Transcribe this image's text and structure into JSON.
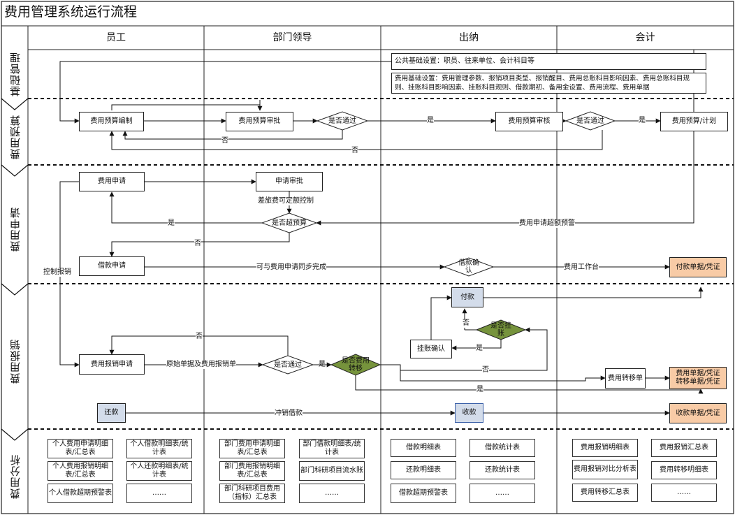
{
  "title": "费用管理系统运行流程",
  "lanes": [
    "员工",
    "部门领导",
    "出纳",
    "会计"
  ],
  "stages": [
    "基础管理",
    "费用预算",
    "费用申请",
    "费用报销",
    "费用分析"
  ],
  "basic": {
    "public_settings": "公共基础设置：职员、往来单位、会计科目等",
    "expense_settings": "费用基础设置：费用管理参数、报销项目类型、报销醒目、费用总账科目影响因素、费用总账科目规则、挂账科目影响因素、挂账科目规则、借款期初、备用金设置、费用流程、费用单据"
  },
  "budget": {
    "compile": "费用预算编制",
    "approve": "费用预算审批",
    "pass1": "是否通过",
    "review": "费用预算审核",
    "pass2": "是否通过",
    "plan": "费用预算/计划",
    "yes1": "是",
    "yes2": "是",
    "no1": "否",
    "no2": "否"
  },
  "apply": {
    "request": "费用申请",
    "approval": "申请审批",
    "travel_note": "差旅费可定额控制",
    "over_budget": "是否超预算",
    "yes": "是",
    "no": "否",
    "warning": "费用申请超额预警",
    "loan_request": "借款申请",
    "sync": "可与费用申请同步完成",
    "loan_confirm": "借款确认",
    "workbench": "费用工作台",
    "payment_voucher": "付款单据/凭证",
    "control": "控制报销"
  },
  "reimb": {
    "claim": "费用报销申请",
    "docs_note": "原始单据及费用报销单",
    "pass": "是否通过",
    "yes": "是",
    "is_transfer": "是否费用转移",
    "pay": "付款",
    "is_hang": "是否挂账",
    "hang_confirm": "挂账确认",
    "transfer_doc": "费用转移单",
    "transfer_voucher": "费用单据/凭证转移单据/凭证",
    "repay": "还款",
    "offset": "冲销借款",
    "receive": "收款",
    "receipt_voucher": "收款单据/凭证",
    "no_top": "否",
    "no_pay": "否",
    "yes_hang": "是",
    "no_transfer": "否",
    "yes_transfer": "是"
  },
  "analysis": {
    "employee": [
      "个人费用申请明细表/汇总表",
      "个人借款明细表/统计表",
      "个人费用报销明细表/汇总表",
      "个人还款明细表/统计表",
      "个人借款超期预警表",
      "……"
    ],
    "leader": [
      "部门费用申请明细表/汇总表",
      "部门借款明细表/统计表",
      "部门费用报销明细表/汇总表",
      "部门科研项目流水账",
      "部门科研项目费用（指标）汇总表",
      "……"
    ],
    "cashier": [
      "借款明细表",
      "借款统计表",
      "还款明细表",
      "还款统计表",
      "借款超期预警表",
      "……"
    ],
    "accountant": [
      "费用报销明细表",
      "费用报销汇总表",
      "费用报销对比分析表",
      "费用转移明细表",
      "费用转移汇总表",
      "……"
    ]
  },
  "colors": {
    "blue": "#d3dcea",
    "orange": "#f8cba6",
    "green": "#76933c"
  }
}
